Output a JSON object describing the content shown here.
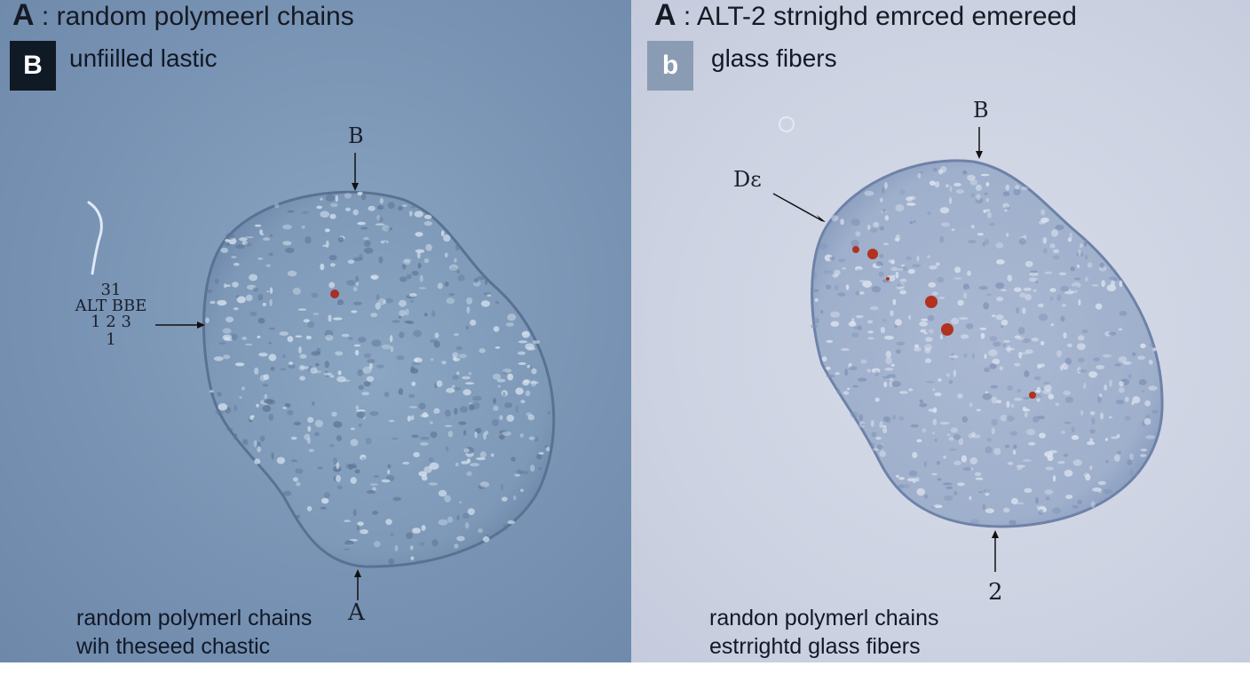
{
  "left_panel": {
    "title_letter": "A",
    "title_text": ": random polymeerl chains",
    "badge": "B",
    "badge_color": "#101a24",
    "subtitle": "unfiilled lastic",
    "marker_top": "B",
    "marker_bottom": "A",
    "side_label": [
      "31",
      "ALT BBE",
      "1 2 3",
      "1"
    ],
    "caption_line1": "random polymerl chains",
    "caption_line2": "wih theseed chastic",
    "background_color": "#7893b3",
    "particle_color": "#a8302a"
  },
  "right_panel": {
    "title_letter": "A",
    "title_text": ": ALT-2 strnighd emrced emereed",
    "badge": "b",
    "badge_color": "#8a9bb4",
    "subtitle": "glass fibers",
    "marker_top": "B",
    "marker_side": "Dε",
    "marker_bottom": "2",
    "caption_line1": "randon polymerl chains",
    "caption_line2": "estrrightd glass fibers",
    "background_color": "#cdd3e2",
    "particle_color": "#b2321f"
  }
}
